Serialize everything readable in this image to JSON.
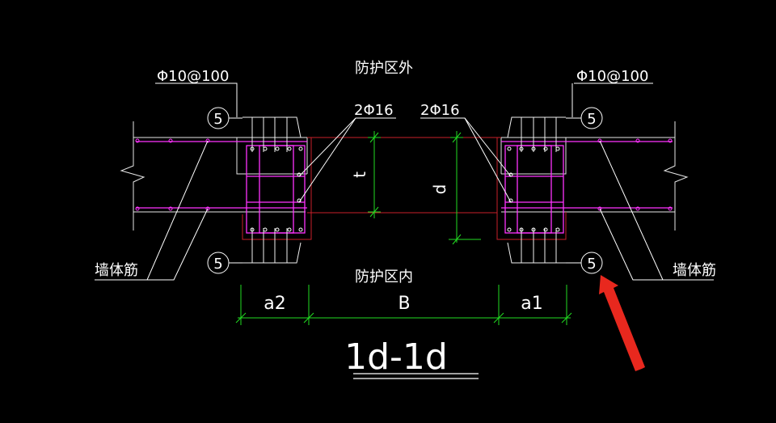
{
  "drawing": {
    "title": "1d-1d",
    "outside_zone_label": "防护区外",
    "inside_zone_label": "防护区内",
    "stirrup_left": "Φ10@100",
    "stirrup_right": "Φ10@100",
    "bars_left": "2Φ16",
    "bars_right": "2Φ16",
    "wall_bars_left": "墙体筋",
    "wall_bars_right": "墙体筋",
    "bubble_top_left": "5",
    "bubble_bottom_left": "5",
    "bubble_top_right": "5",
    "bubble_bottom_right": "5",
    "dim_a2": "a2",
    "dim_B": "B",
    "dim_a1": "a1",
    "dim_t": "t",
    "dim_d": "d"
  },
  "colors": {
    "background": "#000000",
    "wall_lines": "#e6e6e6",
    "rebar": "#ff33ff",
    "slab_outline": "#c8202a",
    "dimension": "#22dd22",
    "annotation_arrow": "#e8281e"
  },
  "icons": {
    "annotation": "red-arrow-icon"
  }
}
